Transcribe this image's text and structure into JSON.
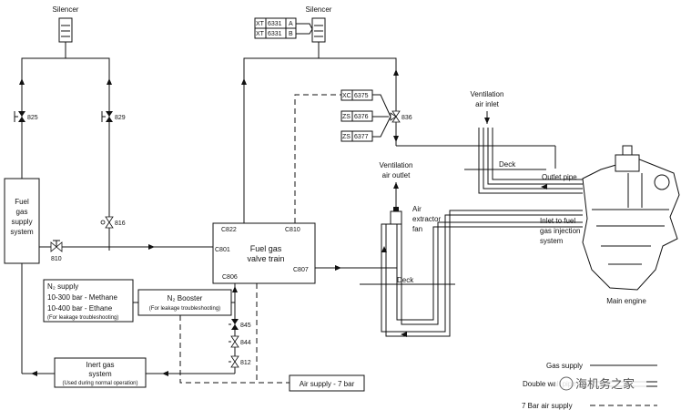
{
  "silencer_left": "Silencer",
  "silencer_right": "Silencer",
  "fuel_supply": [
    "Fuel",
    "gas",
    "supply",
    "system"
  ],
  "valve_train": [
    "Fuel gas",
    "valve train"
  ],
  "ports": {
    "c822": "C822",
    "c810": "C810",
    "c801": "C801",
    "c806": "C806",
    "c807": "C807"
  },
  "valves": {
    "v825": "825",
    "v829": "829",
    "v816": "816",
    "v810": "810",
    "v836": "836",
    "v845": "845",
    "v844": "844",
    "v812": "812"
  },
  "tags": {
    "xt_a": [
      "XT",
      "6331",
      "A"
    ],
    "xt_b": [
      "XT",
      "6331",
      "B"
    ],
    "xc": [
      "XC",
      "6375"
    ],
    "zs1": [
      "ZS",
      "6376"
    ],
    "zs2": [
      "ZS",
      "6377"
    ]
  },
  "vent_inlet": [
    "Ventilation",
    "air inlet"
  ],
  "vent_outlet": [
    "Ventilation",
    "air outlet"
  ],
  "air_extractor": [
    "Air",
    "extractor",
    "fan"
  ],
  "deck_upper": "Deck",
  "deck_lower": "Deck",
  "outlet_pipe": "Outlet pipe",
  "inlet_fuel": [
    "Inlet to fuel",
    "gas injection",
    "system"
  ],
  "main_engine": "Main engine",
  "n2_supply": [
    "N₂ supply",
    "10-300 bar - Methane",
    "10-400 bar - Ethane",
    "(For leakage troubleshooting)"
  ],
  "n2_booster": [
    "N₂ Booster",
    "(For leakage troubleshooting)"
  ],
  "inert_gas": [
    "Inert gas",
    "system",
    "(Used during normal operation)"
  ],
  "air_supply": "Air supply - 7 bar",
  "legend": {
    "gas": "Gas supply",
    "double": "Double wall pipe",
    "air": "7 Bar air supply"
  },
  "watermark": "海机务之家"
}
